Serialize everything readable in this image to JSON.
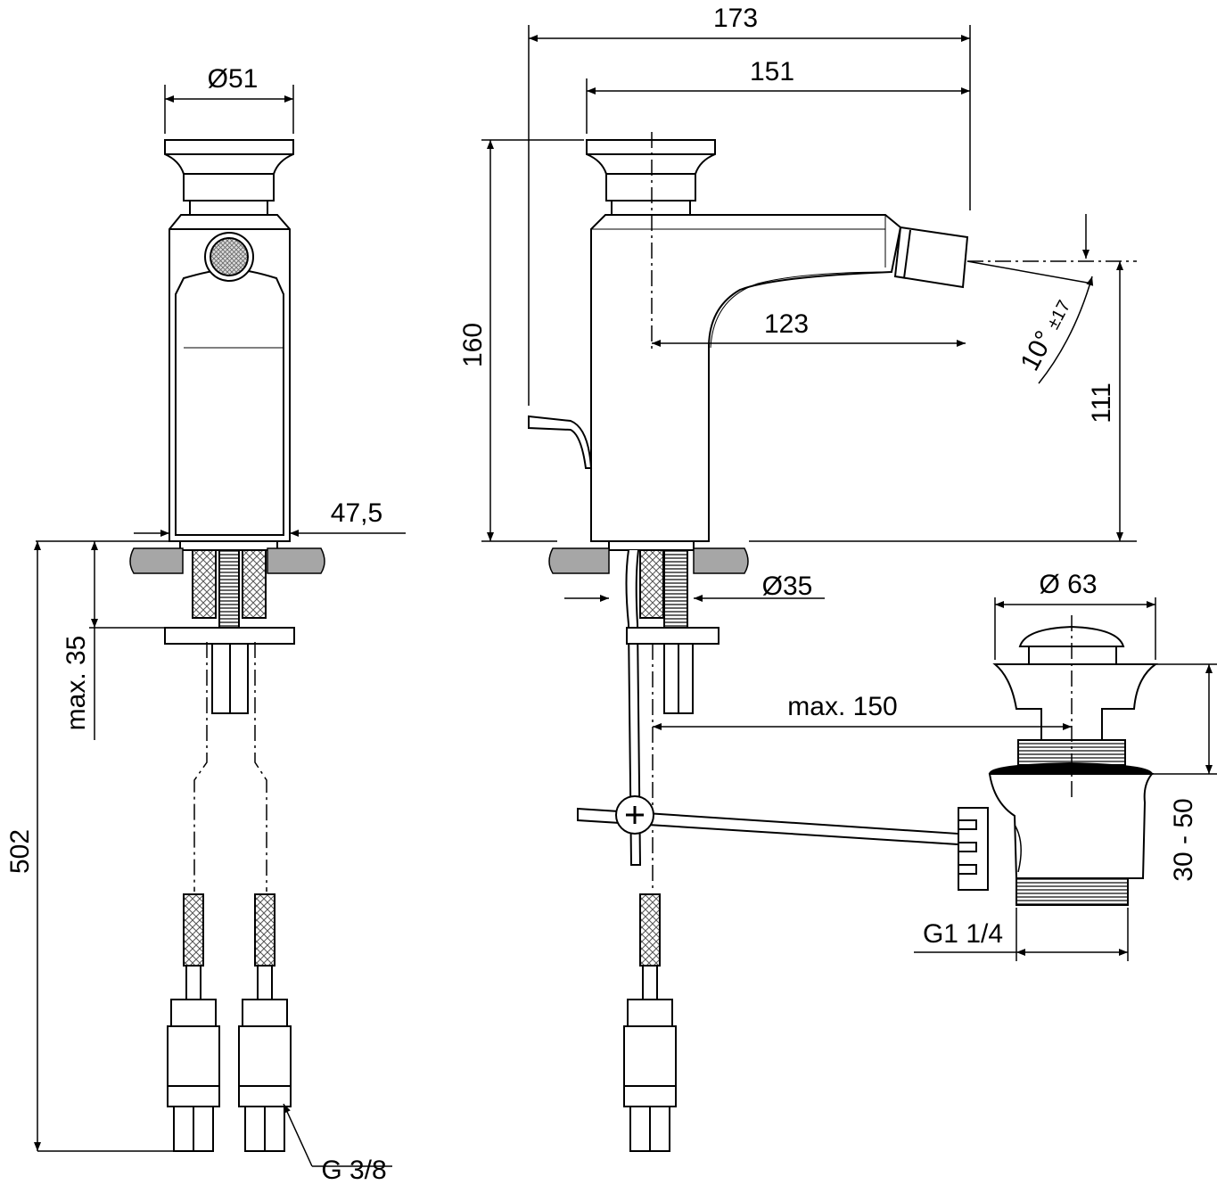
{
  "colors": {
    "line": "#000000",
    "floor": "#a6a6a6",
    "background": "#ffffff"
  },
  "dimensions": {
    "overall_width": "173",
    "spout_length": "151",
    "diameter_top": "Ø51",
    "height": "160",
    "spout_reach": "123",
    "spout_height": "111",
    "spout_angle": "10°",
    "spout_angle_tolerance": "±17",
    "base_width": "47,5",
    "max_thickness": "max. 35",
    "hose_length": "502",
    "hole_diameter": "Ø35",
    "waste_diameter": "Ø 63",
    "max_distance": "max. 150",
    "waste_range": "30 - 50",
    "waste_thread": "G1 1/4",
    "connection_thread": "G 3/8"
  }
}
